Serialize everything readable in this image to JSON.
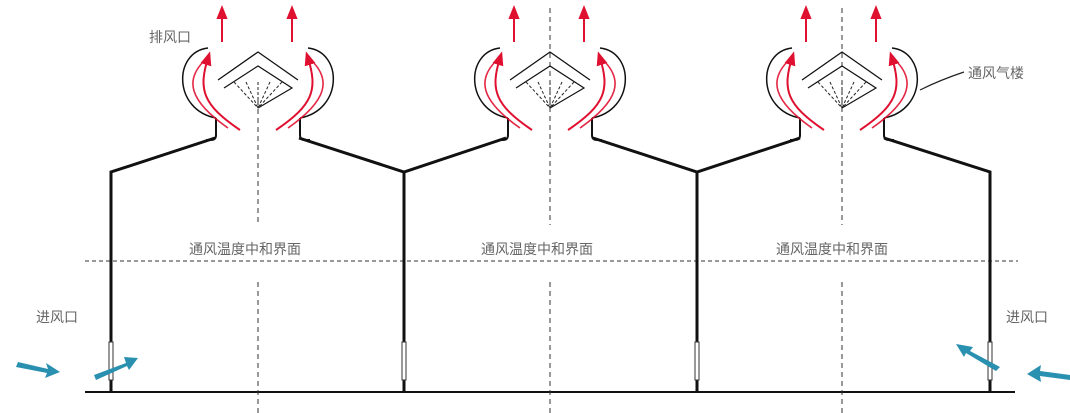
{
  "labels": {
    "exhaust": "排风口",
    "monitor": "通风气楼",
    "neutral_plane": "通风温度中和界面",
    "intake": "进风口"
  },
  "colors": {
    "structure": "#111111",
    "hot_air": "#e01030",
    "cold_air": "#2a90b0",
    "label": "#666666",
    "guide_line": "#222222"
  },
  "icons": {
    "hot_air_arrow": "arrow-up-icon",
    "cold_air_arrow": "intake-arrow-icon"
  }
}
